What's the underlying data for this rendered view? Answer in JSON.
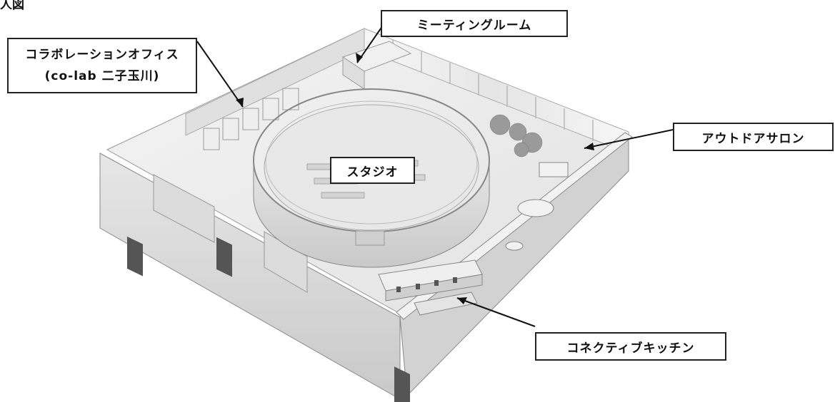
{
  "corner_text": "人図",
  "labels": {
    "meeting_room": "ミーティングルーム",
    "collab_office_line1": "コラボレーションオフィス",
    "collab_office_line2": "(co-lab 二子玉川)",
    "studio": "スタジオ",
    "outdoor_salon": "アウトドアサロン",
    "kitchen": "コネクティブキッチン"
  },
  "colors": {
    "floor": "#e9e9e9",
    "wall": "#d8d8d8",
    "wall_dark": "#bdbdbd",
    "line": "#222222"
  }
}
